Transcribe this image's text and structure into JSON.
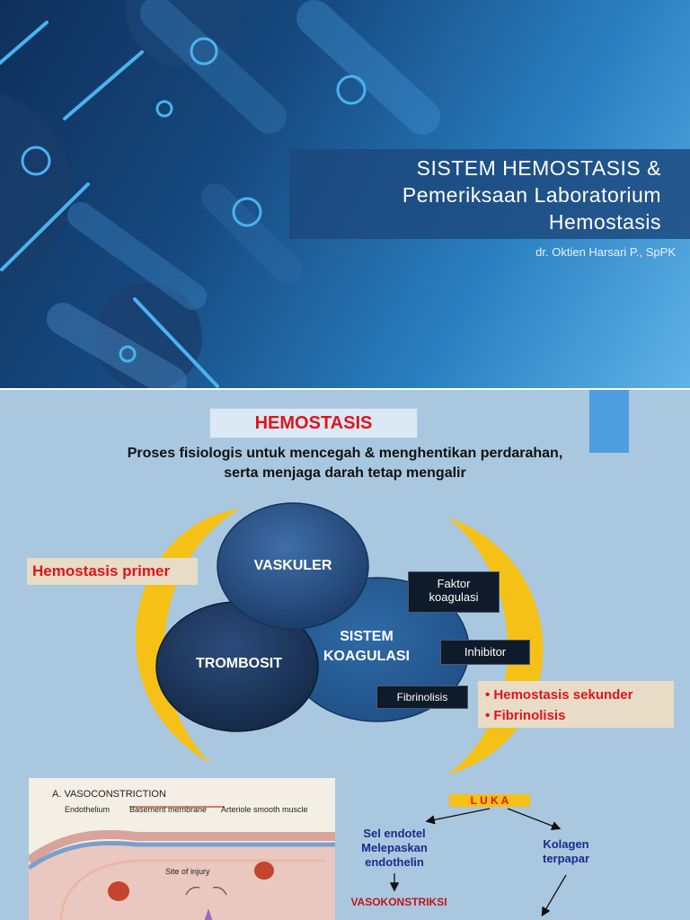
{
  "title_slide": {
    "title_line1": "SISTEM  HEMOSTASIS  &",
    "title_line2": "Pemeriksaan  Laboratorium",
    "title_line3": "Hemostasis",
    "author": "dr. Oktien Harsari P., SpPK"
  },
  "hemostasis_slide": {
    "heading": "HEMOSTASIS",
    "definition_line1": "Proses fisiologis untuk mencegah & menghentikan perdarahan,",
    "definition_line2": "serta menjaga darah tetap mengalir",
    "circles": {
      "vaskuler": "VASKULER",
      "trombosit": "TROMBOSIT",
      "sistem": "SISTEM",
      "koagulasi": "KOAGULASI"
    },
    "boxes": {
      "faktor_line1": "Faktor",
      "faktor_line2": "koagulasi",
      "inhibitor": "Inhibitor",
      "fibrinolisis": "Fibrinolisis"
    },
    "primer_label": "Hemostasis primer",
    "sekunder_items": [
      "Hemostasis sekunder",
      "Fibrinolisis"
    ],
    "colors": {
      "primary_red": "#e0141c",
      "circle_dark": "#1d3a63",
      "arc_yellow": "#f5c116",
      "box_dark": "#0f1a2a"
    }
  },
  "vasoconstriction_figure": {
    "panel_label": "A. VASOCONSTRICTION",
    "endothelium": "Endothelium",
    "basement_membrane": "Basement membrane",
    "arteriole_smooth_muscle": "Arteriole smooth muscle",
    "site_of_injury": "Site of injury"
  },
  "flow": {
    "luka": "L U K A",
    "sel_line1": "Sel endotel",
    "sel_line2": "Melepaskan",
    "sel_line3": "endothelin",
    "kolagen_line1": "Kolagen",
    "kolagen_line2": "terpapar",
    "vasokonstriksi": "VASOKONSTRIKSI"
  }
}
